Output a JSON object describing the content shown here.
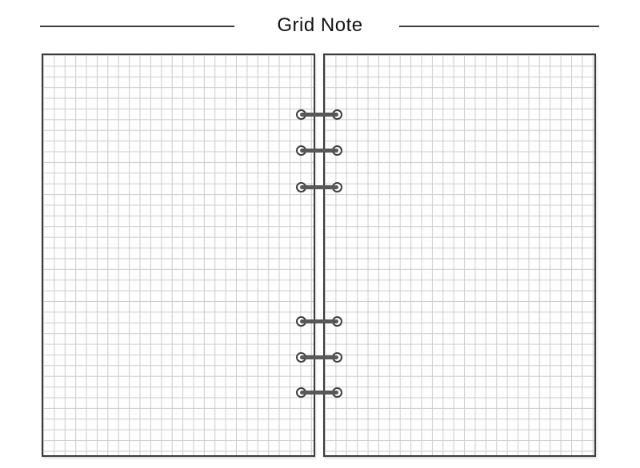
{
  "header": {
    "title": "Grid Note"
  },
  "notebook": {
    "page_style": "square-grid",
    "page_count_visible": 2,
    "ring_count": 6,
    "ring_groups": [
      {
        "position": "top",
        "ring_centers_y": [
          144,
          189,
          235
        ]
      },
      {
        "position": "bottom",
        "ring_centers_y": [
          403,
          448,
          492
        ]
      }
    ]
  },
  "colors": {
    "background": "#ffffff",
    "title_text": "#111111",
    "header_rule": "#3d3d3d",
    "page_border": "#3a3a3a",
    "grid_line": "#cccccc",
    "page_background": "#fefefe",
    "ring_bar": "#585858",
    "ring_eyelet_outline": "#3f3f3f",
    "ring_eyelet_fill": "#ffffff"
  }
}
